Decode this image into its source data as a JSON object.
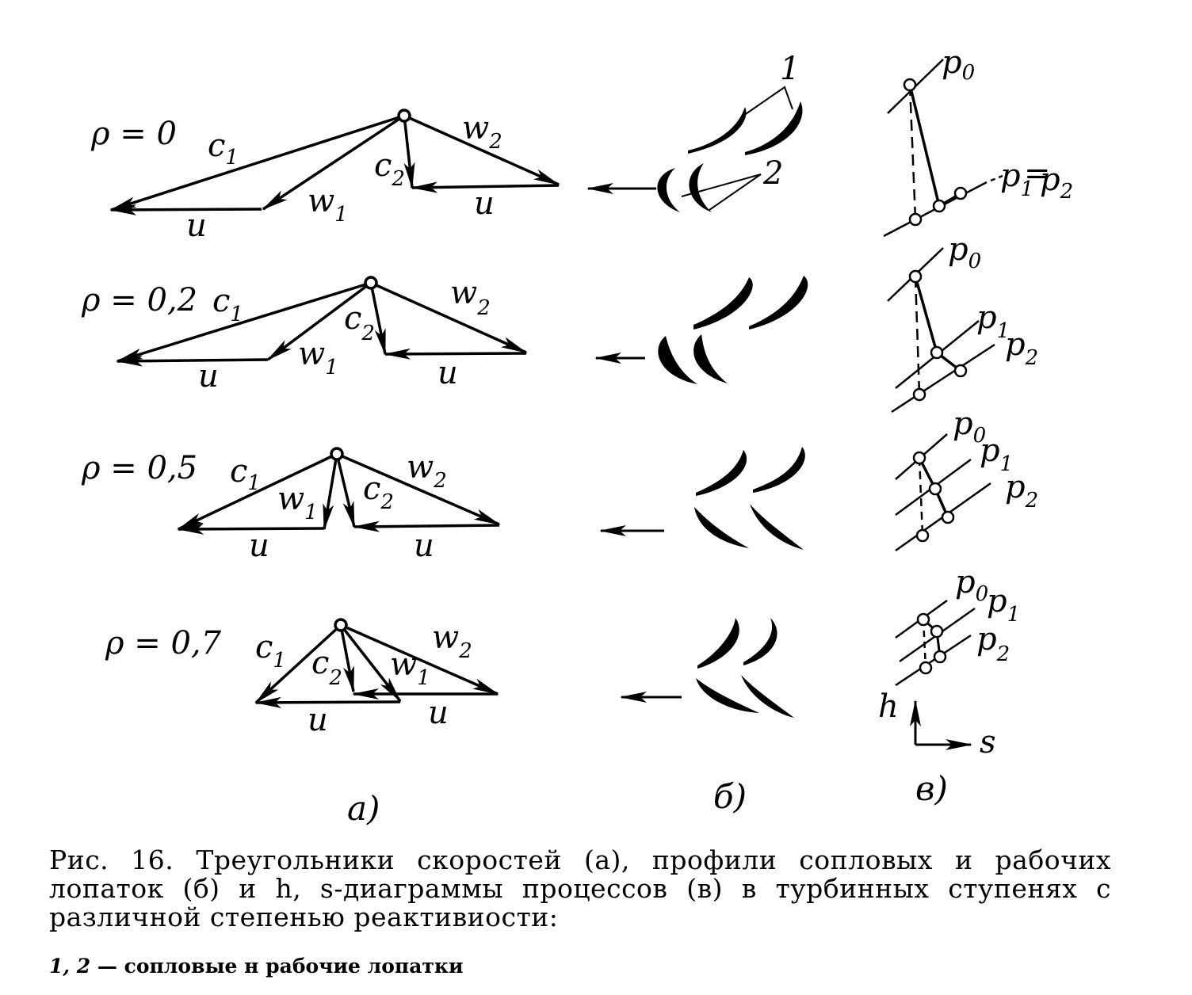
{
  "panels": {
    "a": {
      "label": "a)"
    },
    "b": {
      "label": "б)"
    },
    "c": {
      "label": "в)"
    }
  },
  "rows": [
    {
      "rho": "ρ = 0"
    },
    {
      "rho": "ρ = 0,2"
    },
    {
      "rho": "ρ = 0,5"
    },
    {
      "rho": "ρ = 0,7"
    }
  ],
  "vectors": {
    "c1": {
      "base": "c",
      "sub": "1"
    },
    "w1": {
      "base": "w",
      "sub": "1"
    },
    "c2": {
      "base": "c",
      "sub": "2"
    },
    "w2": {
      "base": "w",
      "sub": "2"
    },
    "u": "u"
  },
  "blade_labels": {
    "nozzle": "1",
    "rotor": "2"
  },
  "pressures": {
    "p0": {
      "base": "p",
      "sub": "0"
    },
    "p1": {
      "base": "p",
      "sub": "1"
    },
    "p2": {
      "base": "p",
      "sub": "2"
    },
    "eq": "="
  },
  "axes": {
    "h": "h",
    "s": "s"
  },
  "caption": {
    "figure_no": "Рис. 16.",
    "text": "Треугольники скоростей (а), профили сопловых и рабочих лопаток (б) и h, s-диаграммы процессов (в) в турбинных ступенях с различной степенью реактивиости:",
    "note_numbers": "1, 2",
    "note_text": " — сопловые н рабочие лопатки"
  },
  "colors": {
    "ink": "#000000",
    "paper": "#ffffff"
  }
}
